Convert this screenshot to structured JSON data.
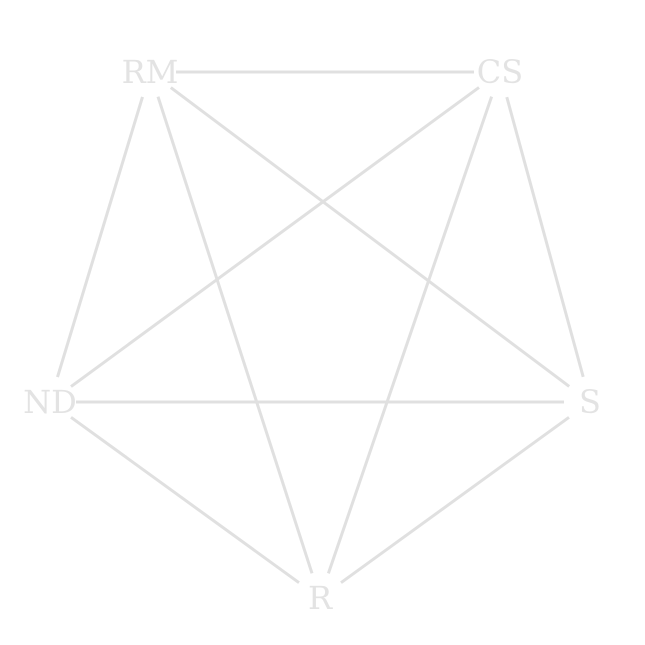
{
  "graph": {
    "nodes": [
      {
        "id": "RM",
        "label": "RM"
      },
      {
        "id": "CS",
        "label": "CS"
      },
      {
        "id": "ND",
        "label": "ND"
      },
      {
        "id": "S",
        "label": "S"
      },
      {
        "id": "R",
        "label": "R"
      }
    ],
    "edges": [
      {
        "from": "RM",
        "to": "CS"
      },
      {
        "from": "RM",
        "to": "ND"
      },
      {
        "from": "RM",
        "to": "R"
      },
      {
        "from": "RM",
        "to": "S"
      },
      {
        "from": "CS",
        "to": "ND"
      },
      {
        "from": "CS",
        "to": "R"
      },
      {
        "from": "CS",
        "to": "S"
      },
      {
        "from": "ND",
        "to": "S"
      },
      {
        "from": "ND",
        "to": "R"
      },
      {
        "from": "S",
        "to": "R"
      }
    ],
    "colors": {
      "edge": "#e0e0e0",
      "label": "#e3e3e3",
      "background": "#ffffff"
    }
  }
}
